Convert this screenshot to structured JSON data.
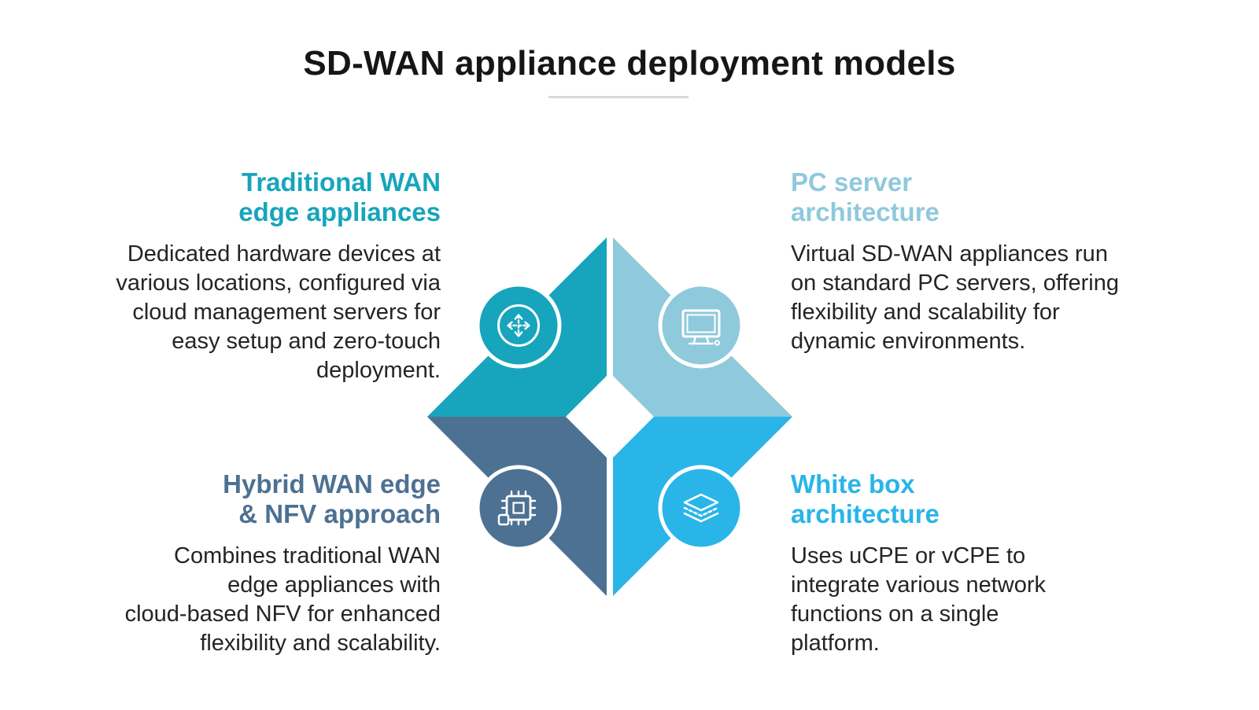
{
  "title": "SD-WAN appliance deployment models",
  "colors": {
    "teal": "#16A5BC",
    "light_blue": "#8FC9DC",
    "slate": "#4D7193",
    "cyan": "#29B5E8",
    "title_text": "#161616",
    "body_text": "#242424",
    "divider": "#D9D9D9",
    "background": "#FFFFFF"
  },
  "quadrants": {
    "traditional": {
      "heading": "Traditional WAN\nedge appliances",
      "body": "Dedicated hardware devices at\nvarious locations, configured via\ncloud management servers for\neasy setup and zero-touch\ndeployment.",
      "icon": "router-icon",
      "color": "#16A5BC"
    },
    "pc_server": {
      "heading": "PC server\narchitecture",
      "body": "Virtual SD-WAN appliances run\non standard PC servers, offering\nflexibility and scalability for\ndynamic environments.",
      "icon": "monitor-icon",
      "color": "#8FC9DC"
    },
    "hybrid": {
      "heading": "Hybrid WAN edge\n& NFV approach",
      "body": "Combines traditional WAN\nedge appliances with\ncloud-based NFV for enhanced\nflexibility and scalability.",
      "icon": "chip-icon",
      "color": "#4D7193"
    },
    "white_box": {
      "heading": "White box\narchitecture",
      "body": "Uses uCPE or vCPE to\nintegrate various network\nfunctions on a single\nplatform.",
      "icon": "layers-icon",
      "color": "#29B5E8"
    }
  }
}
